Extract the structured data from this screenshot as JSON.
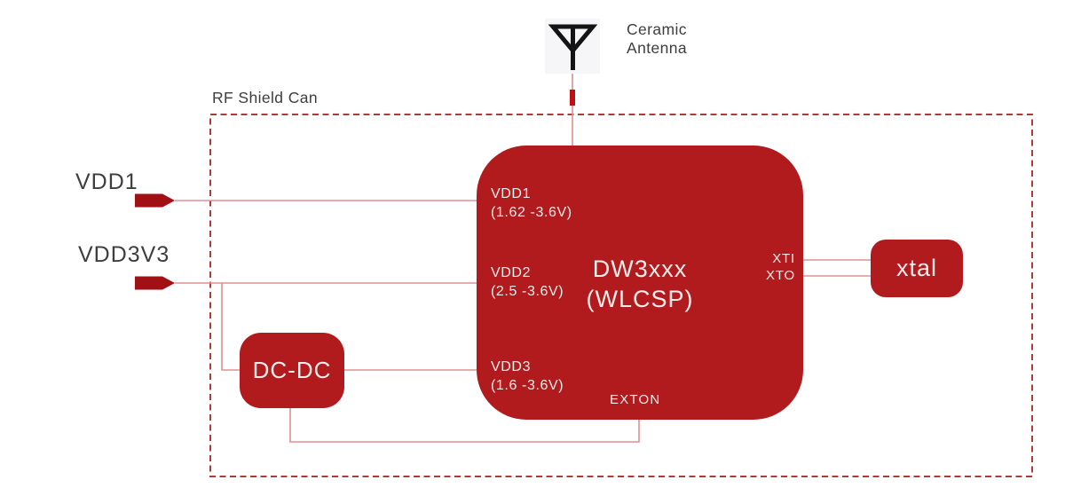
{
  "labels": {
    "shield": "RF Shield Can",
    "antenna": "Ceramic Antenna"
  },
  "inputs": [
    {
      "label": "VDD1"
    },
    {
      "label": "VDD3V3"
    }
  ],
  "chip": {
    "name": "DW3xxx",
    "package": "(WLCSP)",
    "pins": {
      "vdd1": {
        "name": "VDD1",
        "range": "(1.62 -3.6V)"
      },
      "vdd2": {
        "name": "VDD2",
        "range": "(2.5 -3.6V)"
      },
      "vdd3": {
        "name": "VDD3",
        "range": "(1.6 -3.6V)"
      },
      "exton": {
        "name": "EXTON"
      },
      "xti": {
        "name": "XTI"
      },
      "xto": {
        "name": "XTO"
      }
    }
  },
  "blocks": {
    "dcdc": {
      "label": "DC-DC"
    },
    "xtal": {
      "label": "xtal"
    }
  },
  "colors": {
    "block_red": "#B11B1E",
    "arrow_red": "#A01014",
    "wire_pink": "#DF9090",
    "dashed_border_red": "#B23A34",
    "antenna_component_red": "#C00F13",
    "label_gray": "#3E3E3E",
    "block_text": "#F8EDEB"
  }
}
